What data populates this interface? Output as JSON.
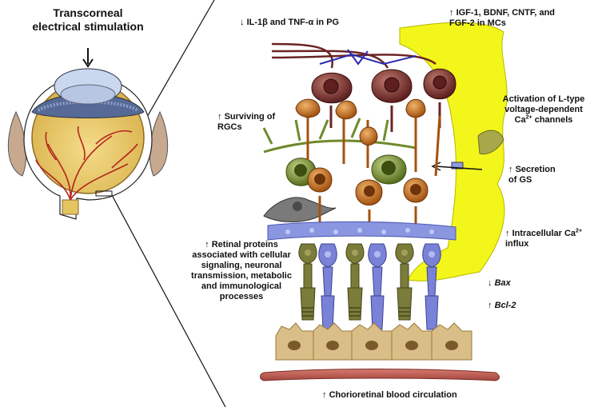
{
  "title": "Transcorneal electrical stimulation",
  "labels": {
    "il1b": "IL-1β  and TNF-α  in PG",
    "igf": "IGF-1, BDNF, CNTF, and FGF-2 in MCs",
    "l_type": "Activation of L-type voltage-dependent Ca",
    "l_type_sup": "2+",
    "l_type_end": " channels",
    "surviving": "Surviving of RGCs",
    "gs": "Secretion of GS",
    "intracellular": "Intracellular Ca",
    "intracellular_sup": "2+",
    "intracellular_end": " influx",
    "retinal_proteins": "Retinal proteins associated with cellular signaling, neuronal transmission, metabolic and immunological processes",
    "bax": "Bax",
    "bcl2": "Bcl-2",
    "chorioretinal": "Chorioretinal blood circulation"
  },
  "arrows": {
    "up": "↑",
    "down": "↓"
  },
  "colors": {
    "muller": "#f3f61a",
    "rgc": "#7b2d2d",
    "bipolar": "#c46a1c",
    "amacrine": "#6f8a2a",
    "horizontal": "#7a7a7a",
    "rods": "#7a82d8",
    "cones": "#7b7b3a",
    "rpe": "#d9be88",
    "vessel": "#b8584f",
    "eye_body": "#e8c96a"
  }
}
